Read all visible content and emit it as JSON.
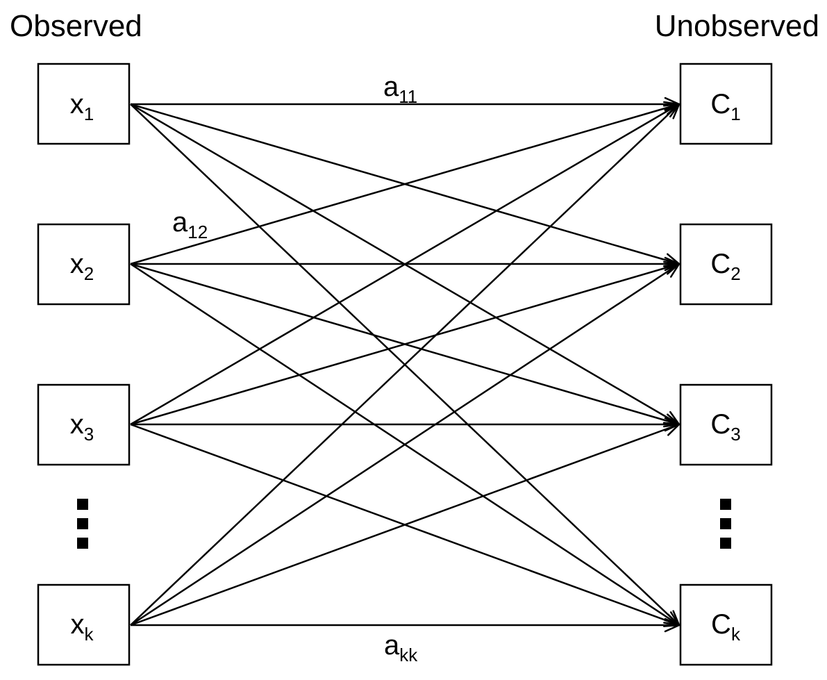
{
  "headings": {
    "left": "Observed",
    "right": "Unobserved"
  },
  "observed_nodes": [
    {
      "base": "x",
      "sub": "1"
    },
    {
      "base": "x",
      "sub": "2"
    },
    {
      "base": "x",
      "sub": "3"
    },
    {
      "base": "x",
      "sub": "k"
    }
  ],
  "unobserved_nodes": [
    {
      "base": "C",
      "sub": "1"
    },
    {
      "base": "C",
      "sub": "2"
    },
    {
      "base": "C",
      "sub": "3"
    },
    {
      "base": "C",
      "sub": "k"
    }
  ],
  "ellipsis": {
    "after_index": 2,
    "symbol": "vertical-dots"
  },
  "edges": {
    "pattern": "complete-bipartite",
    "direction": "observed-to-unobserved"
  },
  "edge_labels": [
    {
      "base": "a",
      "sub": "11"
    },
    {
      "base": "a",
      "sub": "12"
    },
    {
      "base": "a",
      "sub": "kk"
    }
  ],
  "colors": {
    "stroke": "#000000",
    "background": "#ffffff"
  }
}
